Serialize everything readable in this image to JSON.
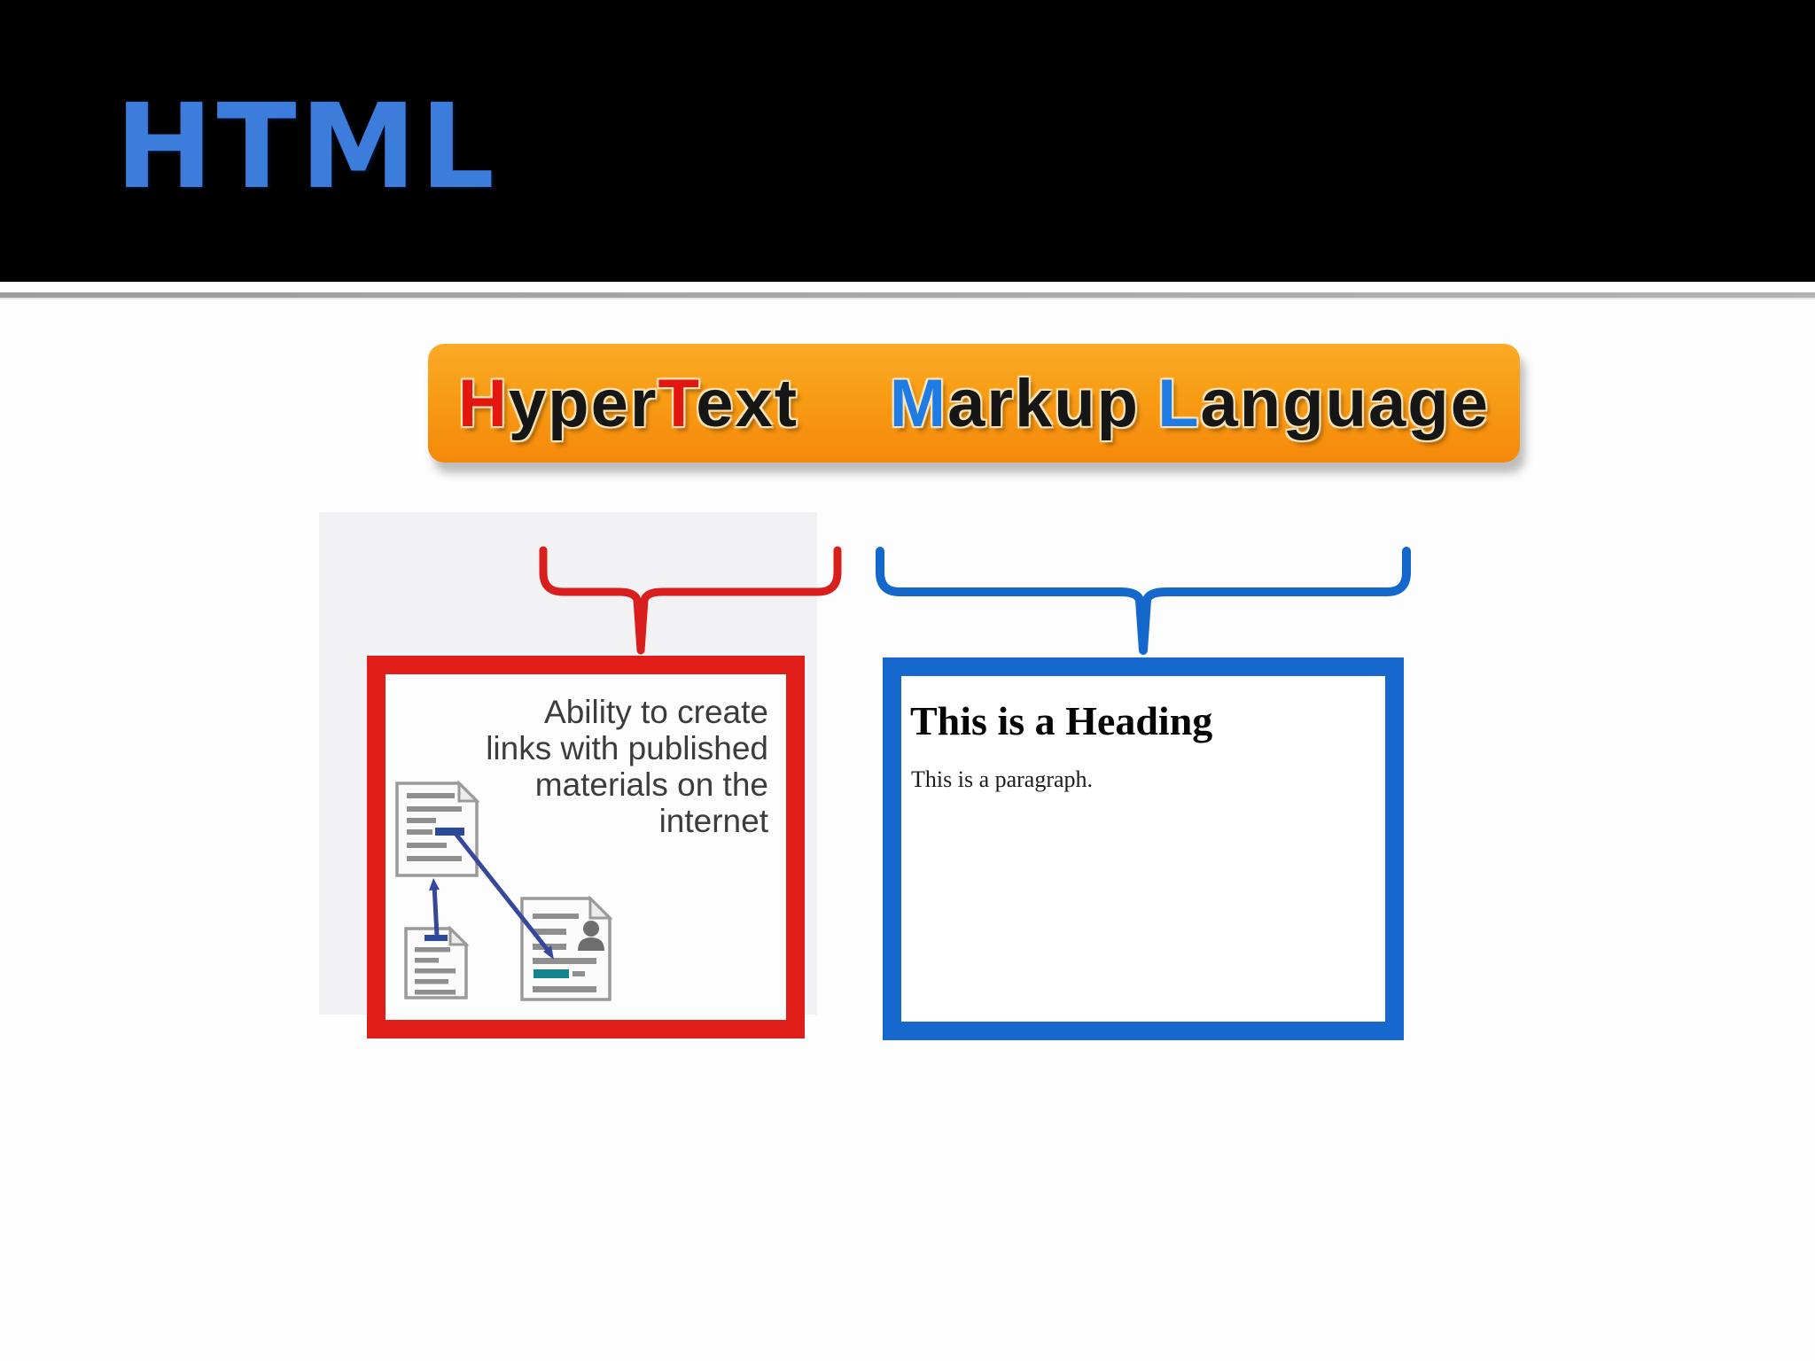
{
  "slide": {
    "title": "HTML",
    "banner": {
      "hypertext": {
        "h": "H",
        "yper": "yper",
        "t": "T",
        "ext": "ext"
      },
      "markup": {
        "m": "M",
        "arkup": "arkup",
        "l": "L",
        "anguage": "anguage"
      }
    },
    "hypertext_box": {
      "lines": [
        "Ability to create",
        "links with published",
        "materials on the",
        "internet"
      ]
    },
    "markup_box": {
      "heading": "This is a Heading",
      "paragraph": "This is a paragraph."
    },
    "colors": {
      "title_blue": "#3c7cda",
      "banner_orange": "#f89c14",
      "banner_letter_red": "#e3170f",
      "banner_letter_blue": "#1f7ce4",
      "box_red": "#e01d18",
      "box_blue": "#1668cf",
      "link_navy": "#36489b",
      "link_teal": "#12858e"
    }
  }
}
